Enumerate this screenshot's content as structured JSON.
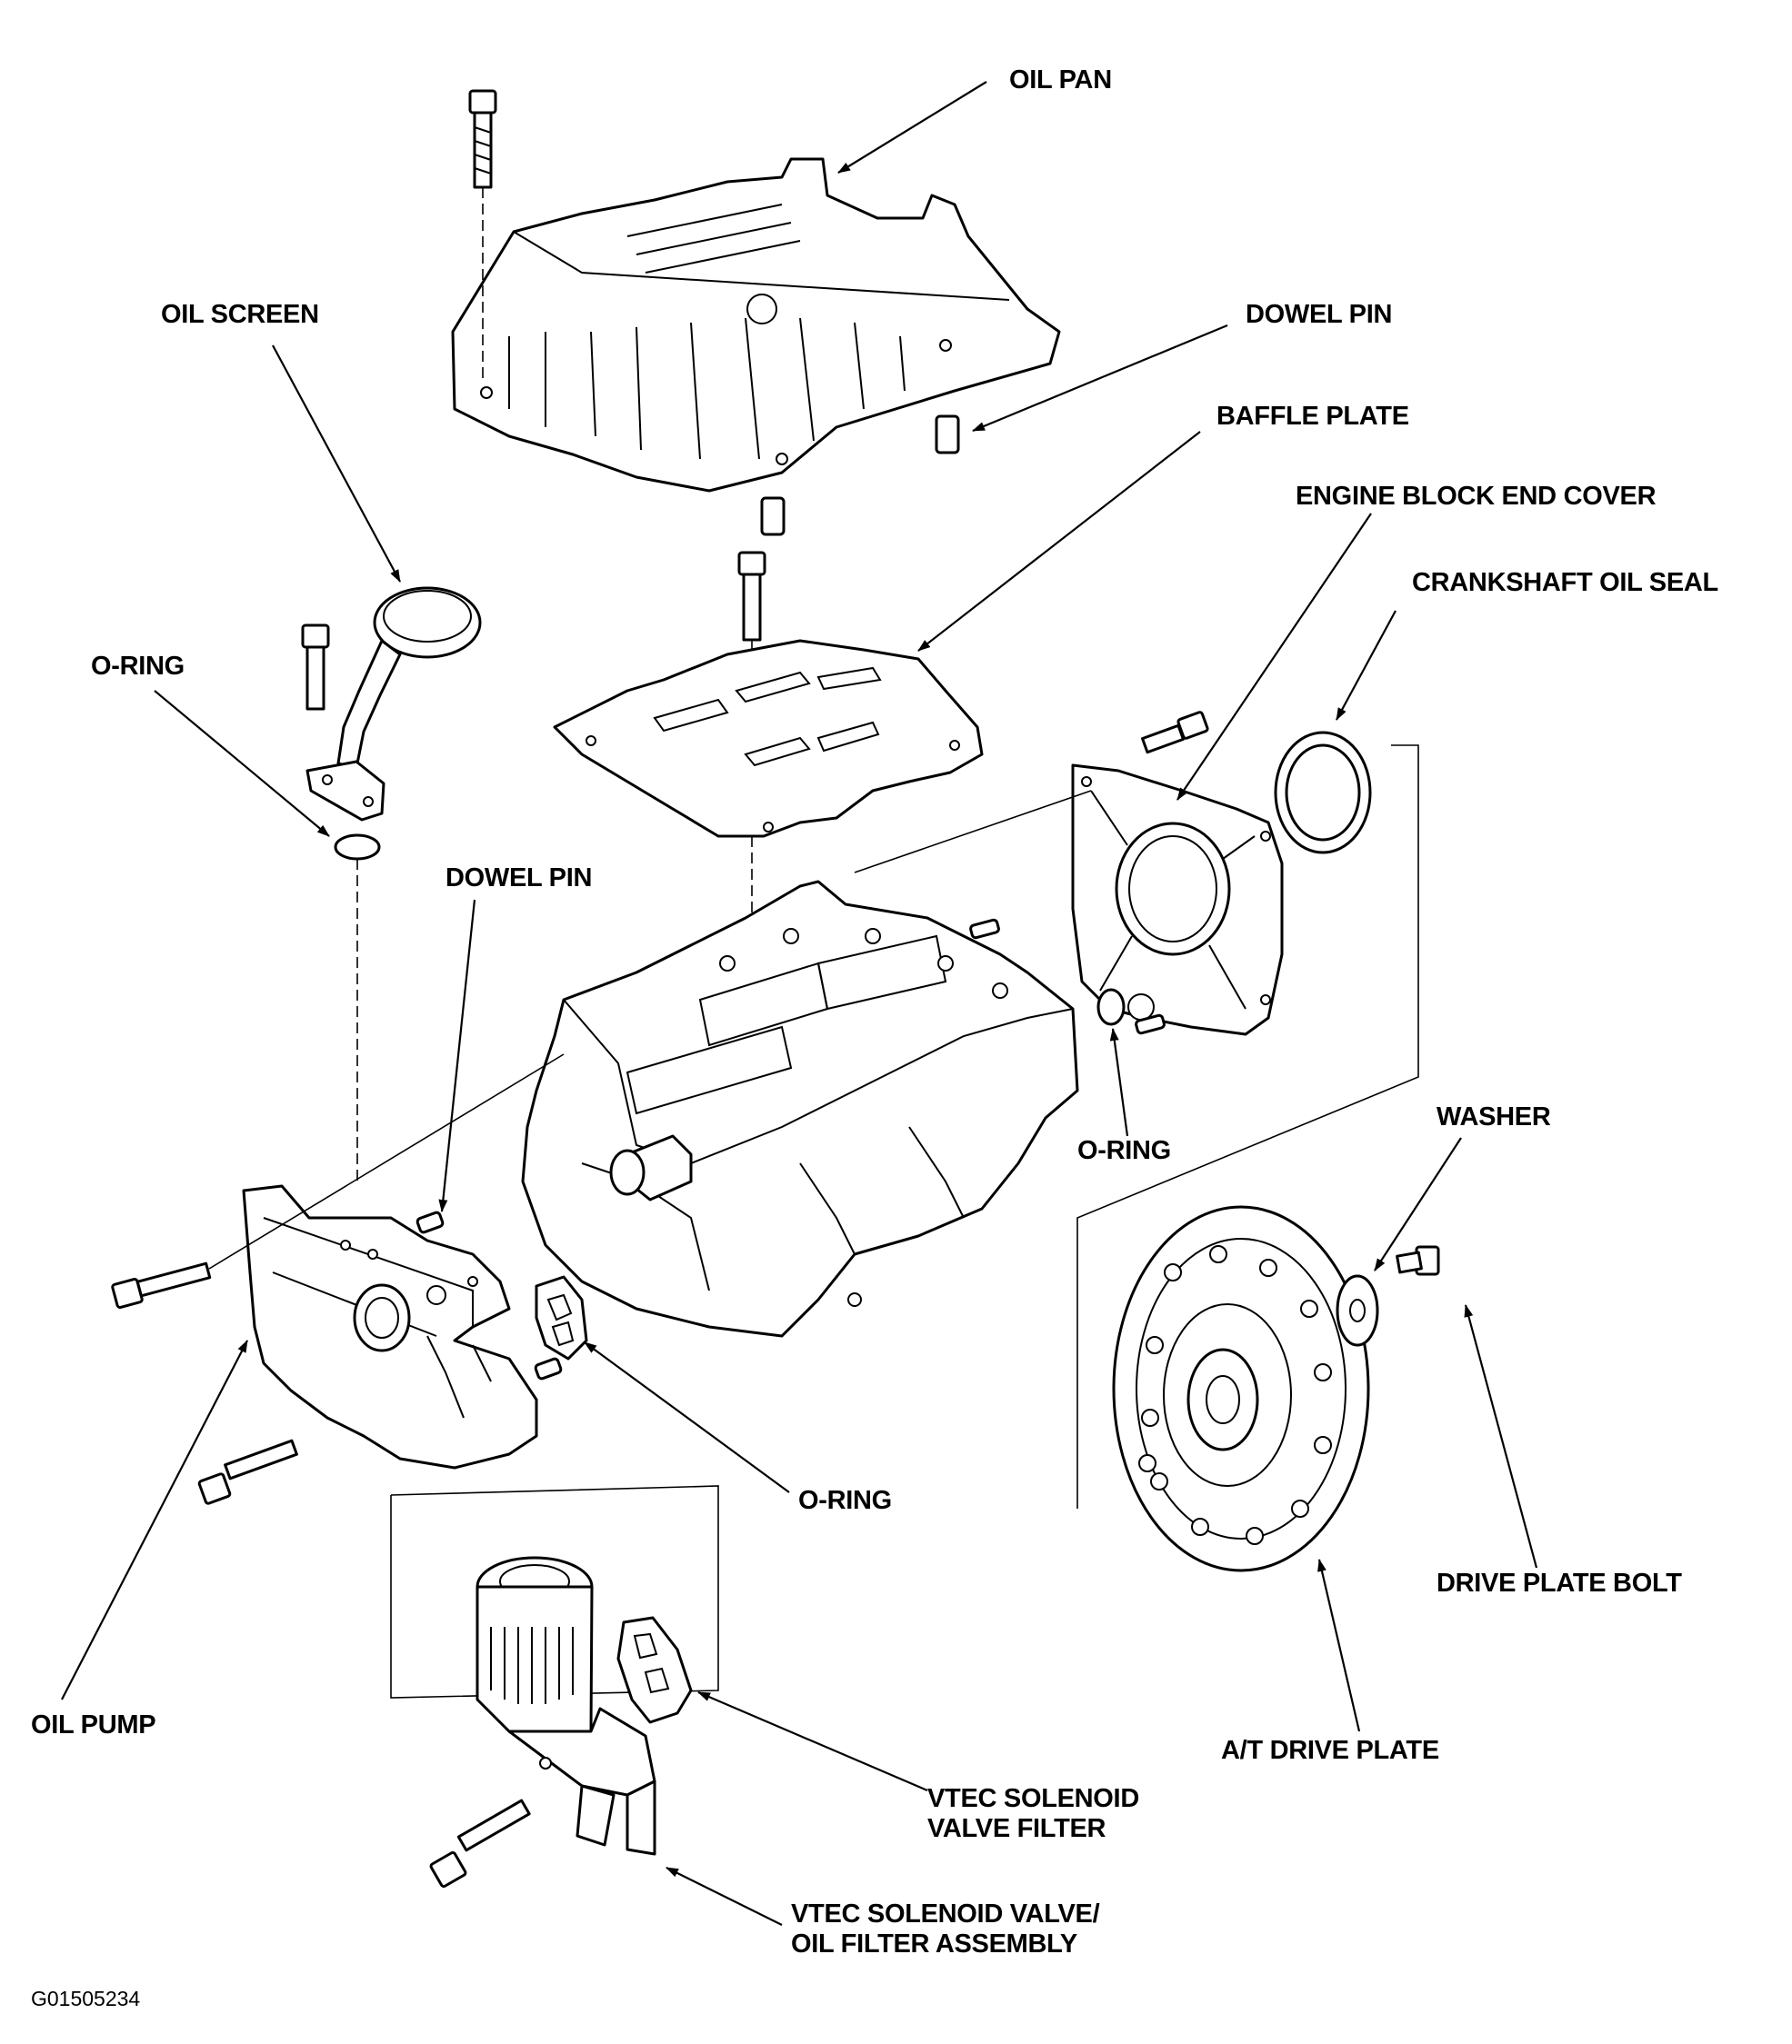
{
  "labels": {
    "oil_pan": "OIL PAN",
    "oil_screen": "OIL SCREEN",
    "dowel_pin_top": "DOWEL PIN",
    "baffle_plate": "BAFFLE PLATE",
    "engine_block_end_cover": "ENGINE BLOCK END COVER",
    "crankshaft_oil_seal": "CRANKSHAFT OIL SEAL",
    "o_ring_left": "O-RING",
    "dowel_pin_mid": "DOWEL PIN",
    "o_ring_right": "O-RING",
    "washer": "WASHER",
    "o_ring_bottom": "O-RING",
    "drive_plate_bolt": "DRIVE PLATE BOLT",
    "oil_pump": "OIL PUMP",
    "at_drive_plate": "A/T DRIVE PLATE",
    "vtec_filter_line1": "VTEC SOLENOID",
    "vtec_filter_line2": "VALVE FILTER",
    "vtec_assembly_line1": "VTEC SOLENOID VALVE/",
    "vtec_assembly_line2": "OIL FILTER ASSEMBLY"
  },
  "figure_id": "G01505234"
}
